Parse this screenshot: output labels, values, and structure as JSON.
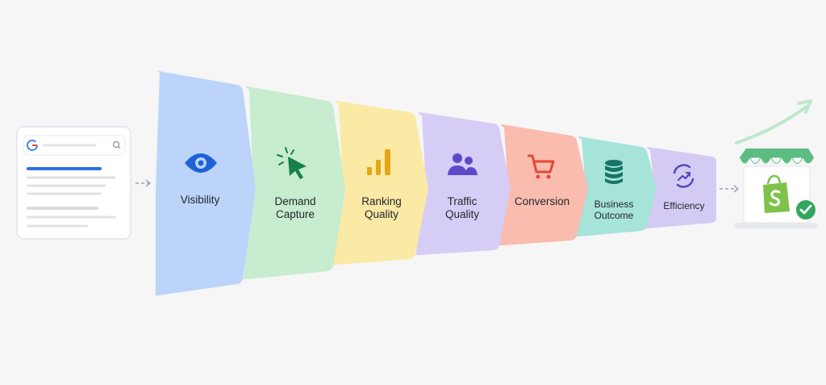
{
  "search_panel": {
    "icons": [
      "google-g-icon",
      "search-icon"
    ]
  },
  "stages": [
    {
      "id": "visibility",
      "label": "Visibility",
      "color": "#bcd4fa",
      "icon": "eye-icon",
      "icon_color": "#1f62d6"
    },
    {
      "id": "demand-capture",
      "label": "Demand\nCapture",
      "color": "#c7eccf",
      "icon": "cursor-click-icon",
      "icon_color": "#17804a"
    },
    {
      "id": "ranking-quality",
      "label": "Ranking\nQuality",
      "color": "#fbe9a6",
      "icon": "bar-chart-icon",
      "icon_color": "#e7a614"
    },
    {
      "id": "traffic-quality",
      "label": "Traffic\nQuality",
      "color": "#d6cdf6",
      "icon": "users-icon",
      "icon_color": "#5b4bc9"
    },
    {
      "id": "conversion",
      "label": "Conversion",
      "color": "#f9bcae",
      "icon": "cart-icon",
      "icon_color": "#e14a35"
    },
    {
      "id": "business-outcome",
      "label": "Business\nOutcome",
      "color": "#a6e3d8",
      "icon": "database-icon",
      "icon_color": "#177468"
    },
    {
      "id": "efficiency",
      "label": "Efficiency",
      "color": "#d3cbf3",
      "icon": "refresh-growth-icon",
      "icon_color": "#5647c4"
    }
  ],
  "store": {
    "icons": [
      "storefront-icon",
      "shopify-bag-icon",
      "check-icon",
      "growth-arrow-icon"
    ],
    "colors": {
      "awning": "#5cbd83",
      "bag": "#7fc24a",
      "check": "#32a85c",
      "arrow": "#bfe7c9"
    }
  }
}
